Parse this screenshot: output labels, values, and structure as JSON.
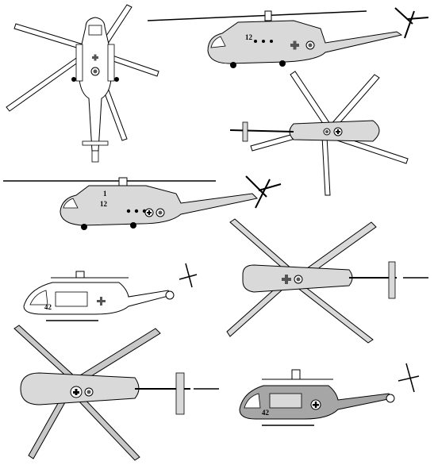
{
  "colors": {
    "fuselage": "#d9d9d9",
    "fuselage_dark": "#a6a6a6",
    "rotor": "#c8c8c8",
    "line": "#000000",
    "glass": "#ffffff",
    "background": "#ffffff"
  },
  "views": {
    "mi8_top": {
      "cross_icon": "red-cross-emblem",
      "roundel_icon": "roundel"
    },
    "mi8_side_top": {
      "number": "12",
      "cross_icon": "red-cross-emblem",
      "roundel_icon": "roundel"
    },
    "mi8_bottom": {
      "cross_icon": "red-cross-emblem",
      "roundel_icon": "roundel"
    },
    "mi8_side_mid": {
      "number_upper": "1",
      "number_lower": "12",
      "cross_icon": "red-cross-emblem",
      "roundel_icon": "roundel"
    },
    "bk117_side_left": {
      "number": "42",
      "cross_icon": "red-cross-emblem"
    },
    "bk117_top_right": {
      "cross_icon": "red-cross-emblem",
      "roundel_icon": "roundel"
    },
    "bk117_top_left": {
      "cross_icon": "red-cross-emblem",
      "roundel_icon": "roundel"
    },
    "bk117_side_right": {
      "number": "42",
      "cross_icon": "red-cross-emblem"
    }
  }
}
